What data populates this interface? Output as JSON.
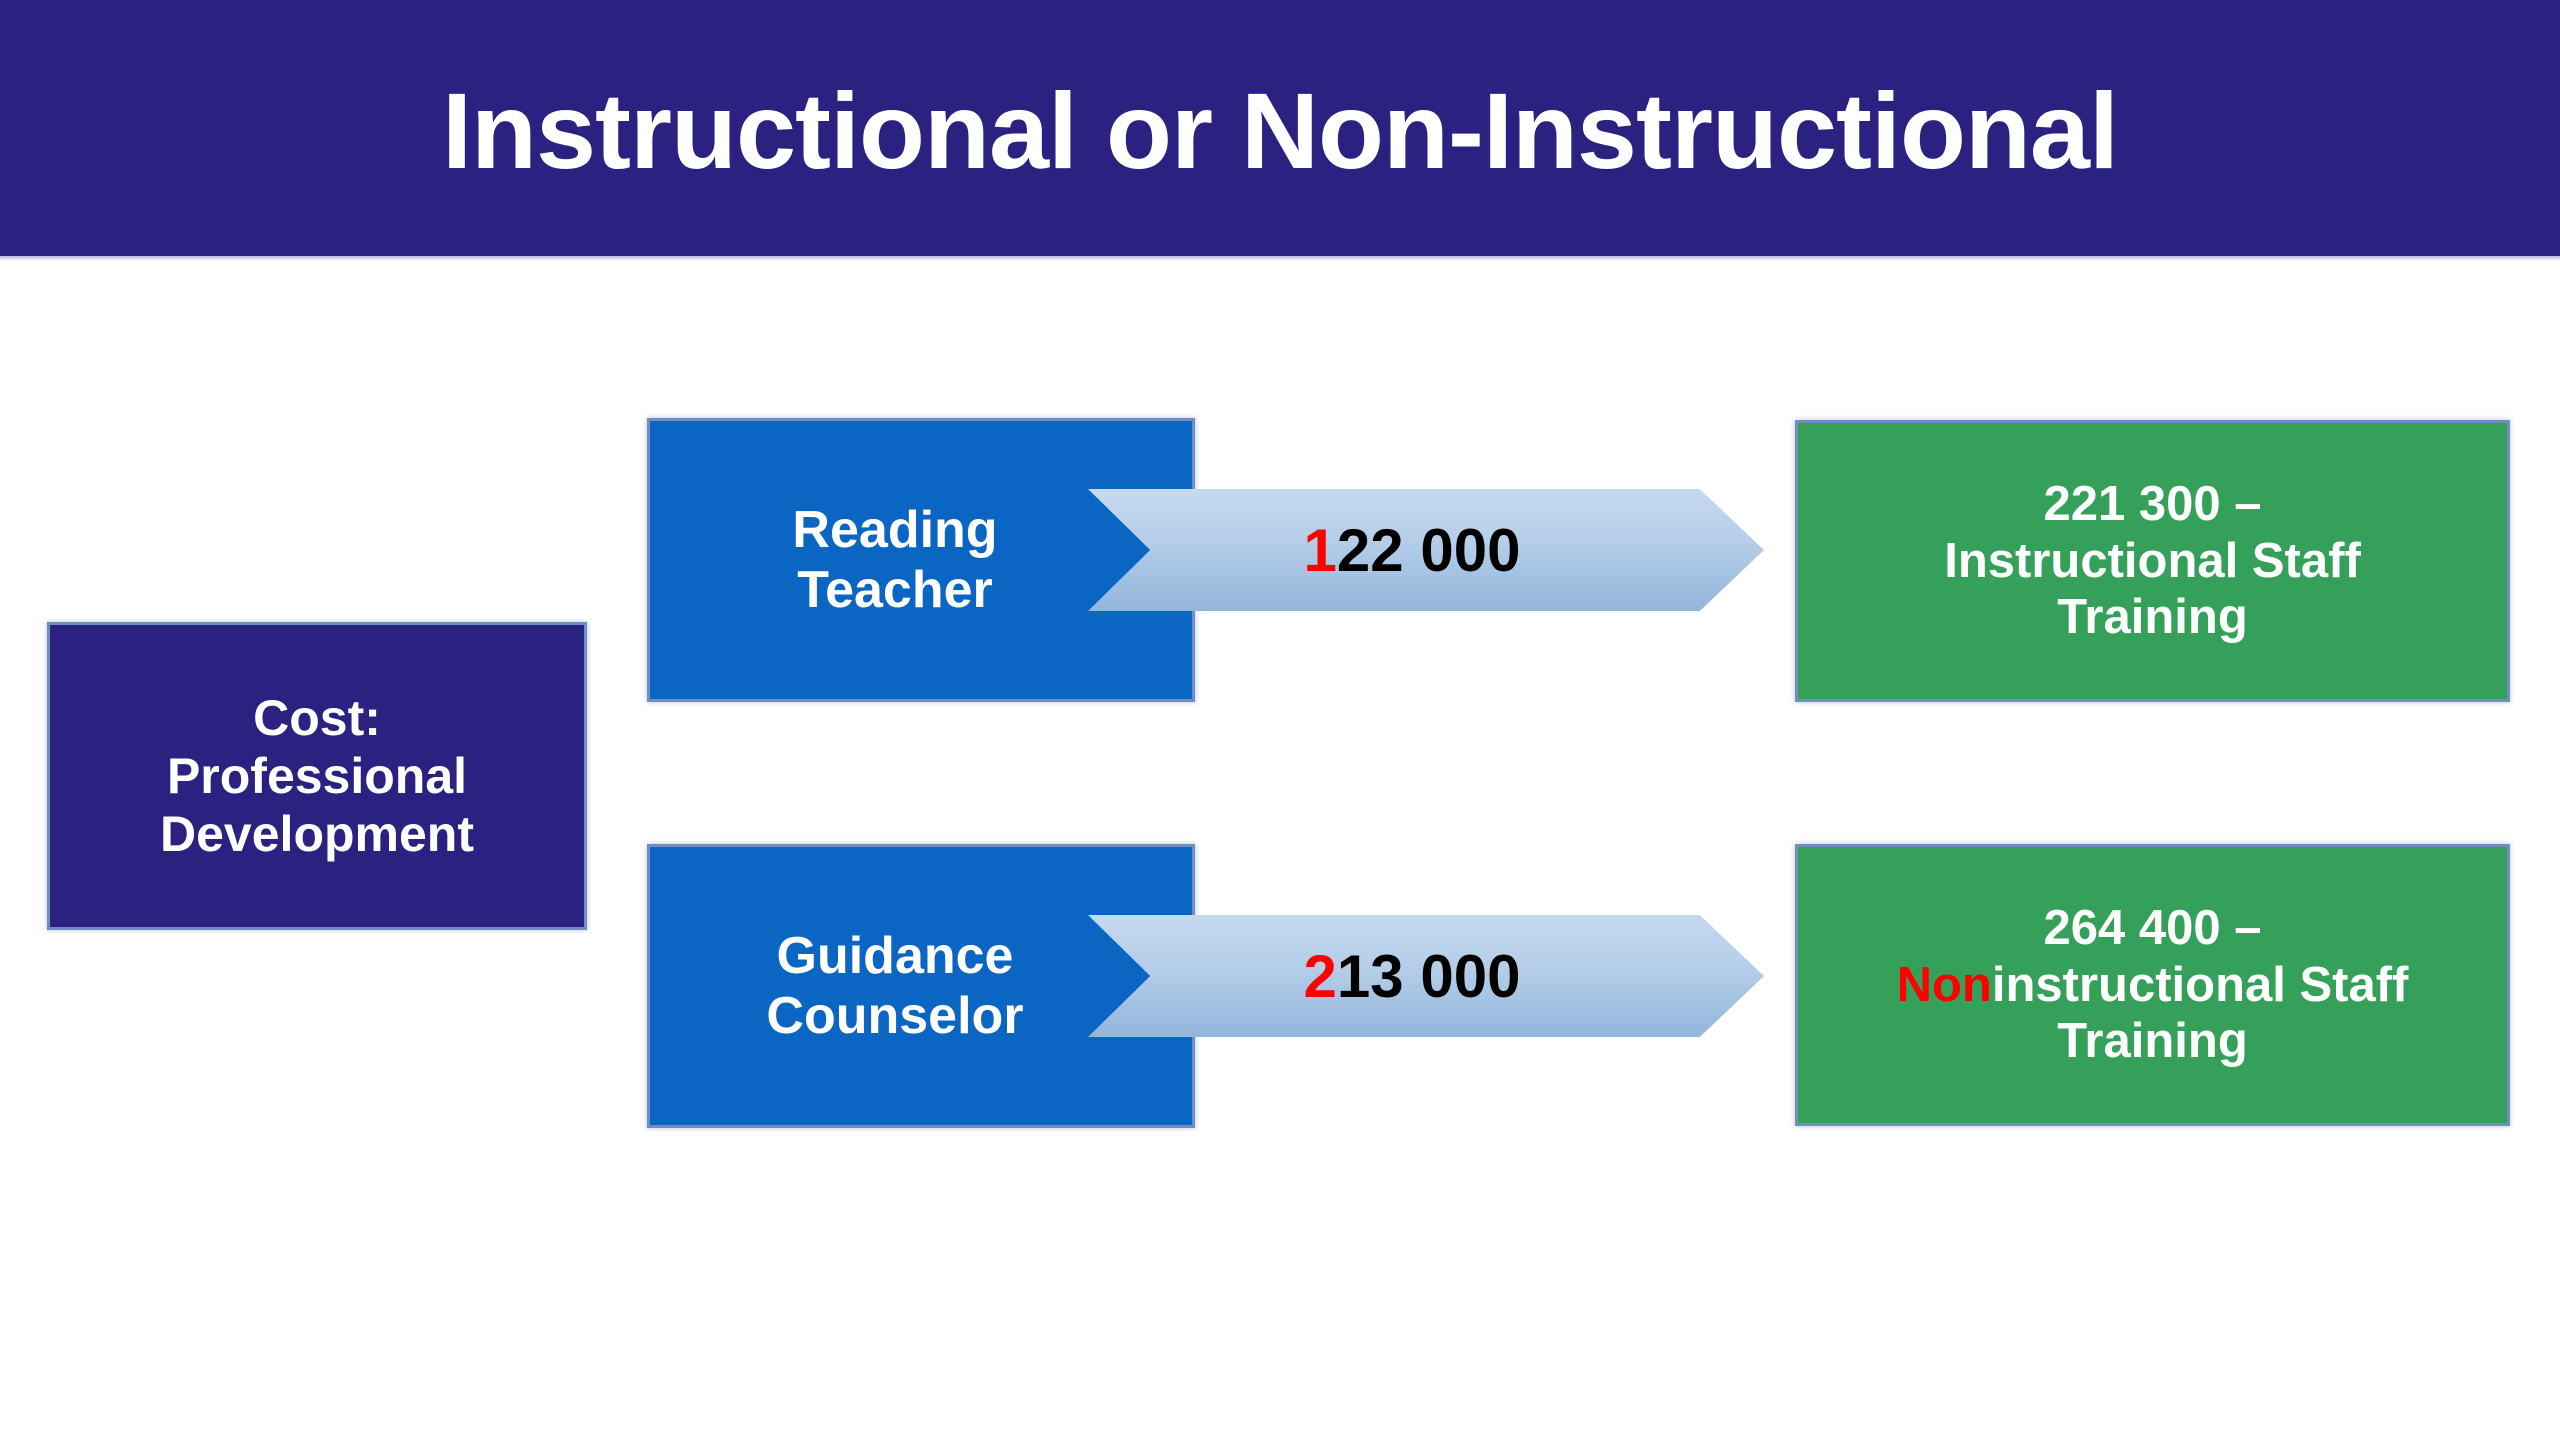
{
  "slide": {
    "title": "Instructional or Non-Instructional",
    "background_color": "#FFFFFF",
    "title_banner_color": "#2A2180",
    "title_text_color": "#FFFFFF"
  },
  "colors": {
    "navy": "#2A2180",
    "blue": "#0A66C2",
    "green": "#34A05A",
    "arrow_light_blue": "#B6CEE9",
    "highlight_red": "#FF0000",
    "box_border": "#6F8FC0"
  },
  "source": {
    "label_line1": "Cost:",
    "label_line2": "Professional",
    "label_line3": "Development",
    "full_label": "Cost: Professional Development"
  },
  "rows": [
    {
      "role_line1": "Reading",
      "role_line2": "Teacher",
      "role_full": "Reading Teacher",
      "arrow_code_digit": "1",
      "arrow_code_rest": "22 000",
      "arrow_full": "122 000",
      "outcome_number": "221 300 –",
      "outcome_red": "",
      "outcome_text": "Instructional Staff",
      "outcome_line3": "Training",
      "outcome_full": "221 300 – Instructional Staff Training"
    },
    {
      "role_line1": "Guidance",
      "role_line2": "Counselor",
      "role_full": "Guidance Counselor",
      "arrow_code_digit": "2",
      "arrow_code_rest": "13 000",
      "arrow_full": "213 000",
      "outcome_number": "264 400 –",
      "outcome_red": "Non",
      "outcome_text": "instructional Staff",
      "outcome_line3": "Training",
      "outcome_full": "264 400 – Noninstructional Staff Training"
    }
  ]
}
